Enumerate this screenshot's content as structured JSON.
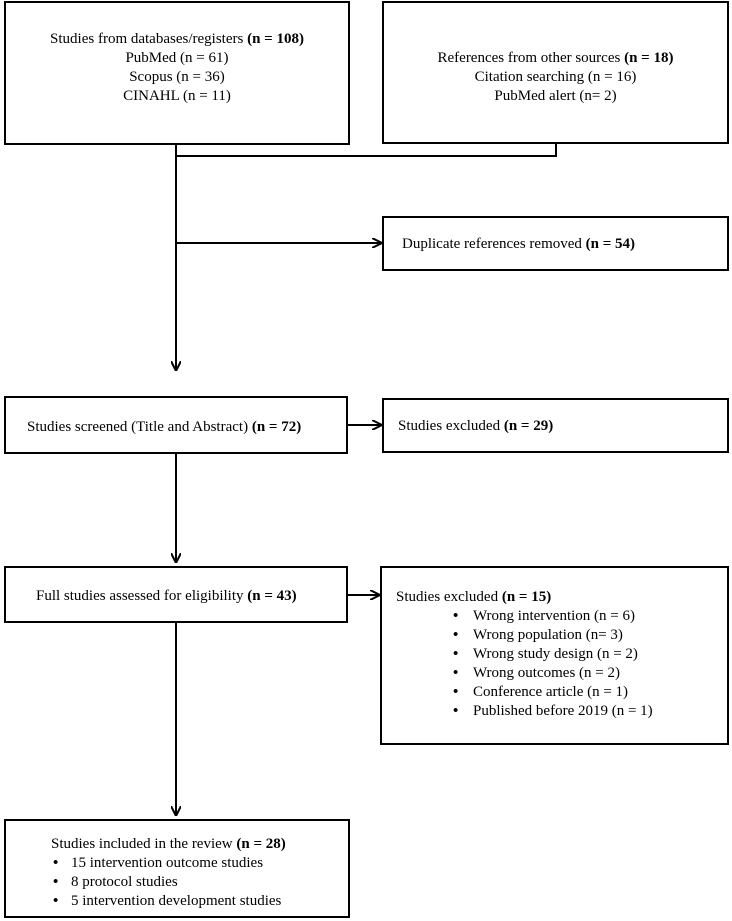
{
  "box_databases": {
    "heading": "Studies from databases/registers",
    "heading_count": "(n = 108)",
    "lines": [
      "PubMed (n = 61)",
      "Scopus (n = 36)",
      "CINAHL (n = 11)"
    ]
  },
  "box_other_sources": {
    "heading": "References from other sources",
    "heading_count": "(n = 18)",
    "lines": [
      "Citation searching (n = 16)",
      "PubMed alert (n= 2)"
    ]
  },
  "box_duplicates": {
    "text": "Duplicate references removed",
    "count": "(n = 54)"
  },
  "box_screened": {
    "text": "Studies screened (Title and Abstract)",
    "count": "(n = 72)"
  },
  "box_excluded_screening": {
    "text": "Studies excluded",
    "count": "(n = 29)"
  },
  "box_full_text": {
    "text": "Full studies assessed for eligibility",
    "count": "(n = 43)"
  },
  "box_excluded_full_text": {
    "heading": "Studies excluded",
    "heading_count": "(n = 15)",
    "reasons": [
      "Wrong intervention (n = 6)",
      "Wrong population (n= 3)",
      "Wrong study design (n = 2)",
      "Wrong outcomes (n = 2)",
      "Conference article (n = 1)",
      "Published before 2019 (n = 1)"
    ]
  },
  "box_included": {
    "heading": "Studies included in the review",
    "heading_count": "(n = 28)",
    "items": [
      "15 intervention outcome studies",
      "8 protocol studies",
      "5 intervention development studies"
    ]
  }
}
